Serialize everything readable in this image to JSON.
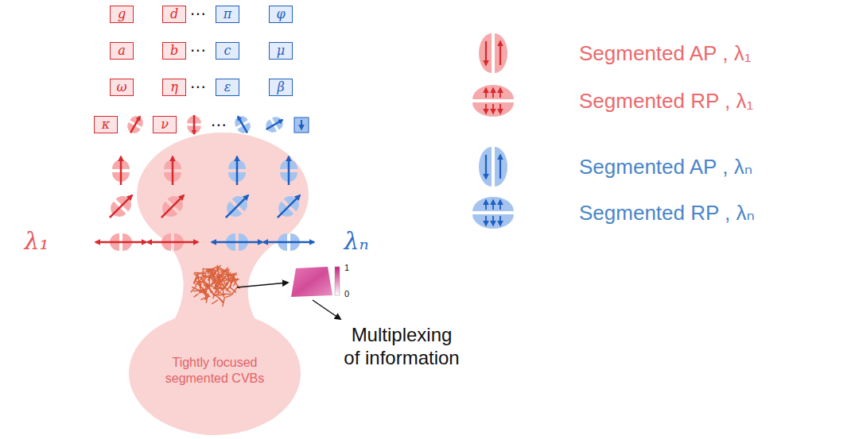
{
  "diagram": {
    "nodes": [
      {
        "text": [
          "g"
        ]
      },
      {
        "text": [
          "d"
        ]
      },
      {
        "text": [
          "π"
        ]
      },
      {
        "text": [
          "φ"
        ]
      },
      {
        "text": [
          "a"
        ]
      },
      {
        "text": [
          "b"
        ]
      },
      {
        "text": [
          "c"
        ]
      },
      {
        "text": [
          "μ"
        ]
      },
      {
        "text": [
          "ω"
        ]
      },
      {
        "text": [
          "η"
        ]
      },
      {
        "text": [
          "ε"
        ]
      },
      {
        "text": [
          "β"
        ]
      },
      {
        "text": [
          "κ"
        ]
      },
      {
        "text": [
          "ν"
        ]
      },
      {
        "text": [
          "Tightly focused segmented CVBs"
        ]
      }
    ],
    "labels": [
      "⋯",
      "⋯",
      "⋯",
      "⋯",
      "λ₁",
      "λₙ",
      "1",
      "0",
      "Multiplexing of information"
    ],
    "legend": [
      {
        "text": "Segmented AP , λ₁"
      },
      {
        "text": "Segmented RP , λ₁"
      },
      {
        "text": "Segmented AP , λₙ"
      },
      {
        "text": "Segmented RP , λₙ"
      }
    ]
  }
}
